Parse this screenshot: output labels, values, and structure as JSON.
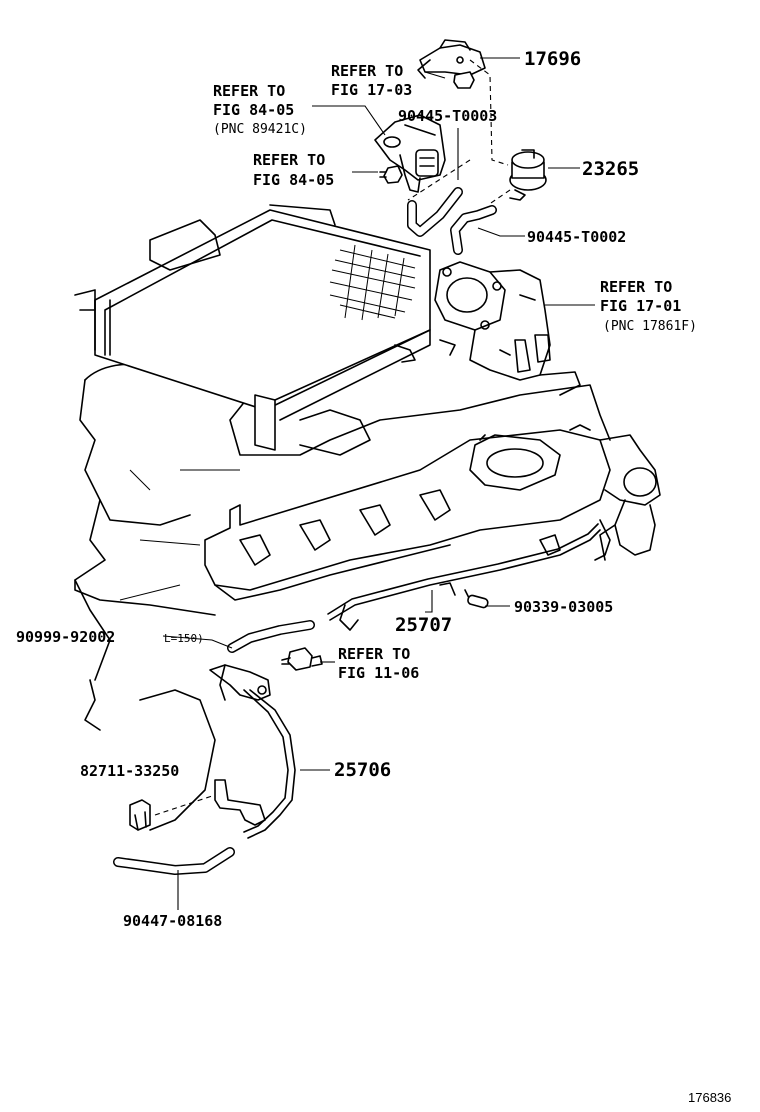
{
  "labels": {
    "p17696": "17696",
    "refer_17_03_a": "REFER TO",
    "refer_17_03_b": "FIG 17-03",
    "refer_84_05_a": "REFER TO",
    "refer_84_05_b": "FIG 84-05",
    "refer_84_05_pnc": "(PNC 89421C)",
    "p90445_t0003": "90445-T0003",
    "refer_84_05_2a": "REFER TO",
    "refer_84_05_2b": "FIG 84-05",
    "p23265": "23265",
    "p90445_t0002": "90445-T0002",
    "refer_17_01_a": "REFER TO",
    "refer_17_01_b": "FIG 17-01",
    "refer_17_01_pnc": "(PNC 17861F)",
    "p90339_03005": "90339-03005",
    "p25707": "25707",
    "p90999_92002": "90999-92002",
    "l150": "L=150)",
    "refer_11_06_a": "REFER TO",
    "refer_11_06_b": "FIG 11-06",
    "p82711_33250": "82711-33250",
    "p25706": "25706",
    "p90447_08168": "90447-08168",
    "diagram_id": "176836"
  }
}
